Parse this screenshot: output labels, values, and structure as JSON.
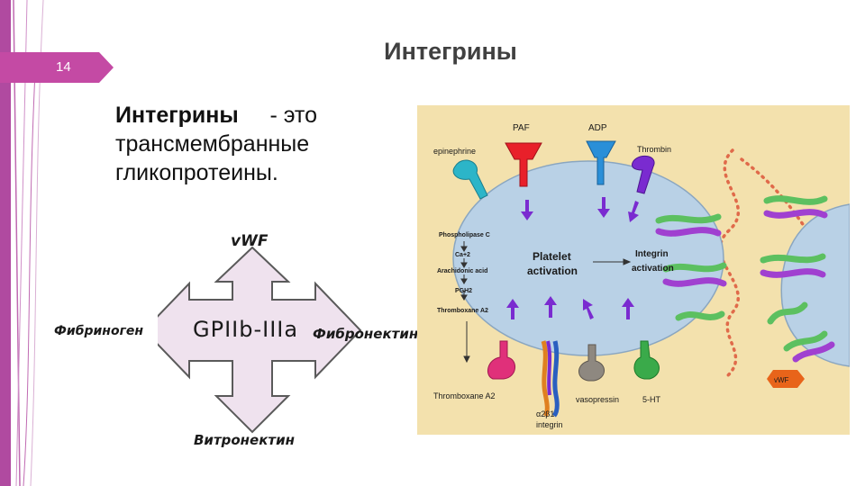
{
  "slide": {
    "number": "14",
    "title": "Интегрины"
  },
  "body": {
    "term": "Интегрины",
    "definition_dash": "- это",
    "line2": "трансмембранные",
    "line3": "гликопротеины."
  },
  "cross_diagram": {
    "center": "GPIIb-IIIa",
    "top": "vWF",
    "left": "Фибриноген",
    "right": "Фибронектин",
    "bottom": "Витронектин"
  },
  "figure": {
    "labels": {
      "epinephrine": "epinephrine",
      "paf": "PAF",
      "adp": "ADP",
      "thrombin": "Thrombin",
      "phospholipase": "Phospholipase C",
      "ca": "Ca+2",
      "arachidonic": "Arachidonic acid",
      "pgh2": "PGH2",
      "thromboxane_a2": "Thromboxane A2",
      "platelet": "Platelet",
      "activation": "activation",
      "integrin": "Integrin",
      "integrin_activation": "activation",
      "thromboxane_bottom": "Thromboxane A2",
      "a2b1": "α2β1",
      "integrin_bottom": "integrin",
      "vasopressin": "vasopressin",
      "ht5": "5-HT",
      "vwf": "vWF"
    },
    "colors": {
      "background": "#f2dfa8",
      "cell": "#b8d0e6",
      "red_receptor": "#e8202a",
      "blue_receptor": "#2a8fd8",
      "violet_receptor": "#7a2bd0",
      "cyan_receptor": "#2cb5c8",
      "magenta_receptor": "#e0307a",
      "gray_receptor": "#8e8880",
      "green_receptor": "#3aaa4a",
      "integrin_green": "#5cc060",
      "integrin_purple": "#a040d0",
      "dots": "#e06a4a",
      "vwf_badge": "#e8641a"
    }
  }
}
